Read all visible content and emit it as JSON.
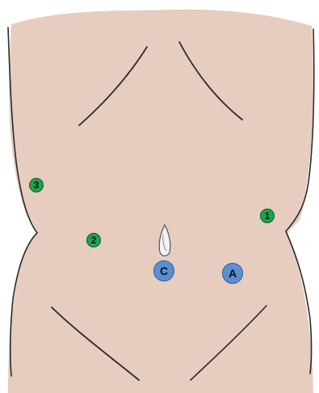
{
  "colors": {
    "skin": "#e6cdbf",
    "outline": "#2b2b2b",
    "green_port": "#1fa34a",
    "blue_port": "#5a8fd6"
  },
  "markers": {
    "m1": {
      "label": "1",
      "color": "green"
    },
    "m2": {
      "label": "2",
      "color": "green"
    },
    "m3": {
      "label": "3",
      "color": "green"
    },
    "mC": {
      "label": "C",
      "color": "blue"
    },
    "mA": {
      "label": "A",
      "color": "blue"
    }
  }
}
